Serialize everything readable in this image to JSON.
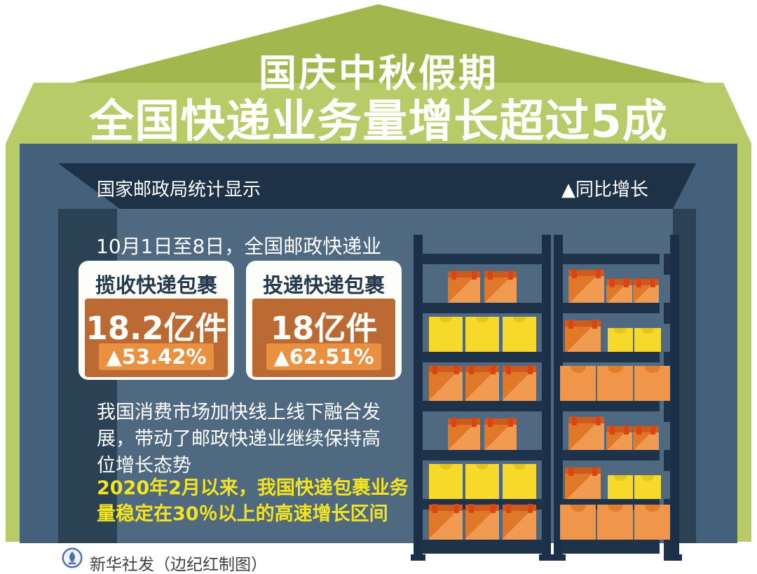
{
  "title": {
    "line1": "国庆中秋假期",
    "line2": "全国快递业务量增长超过5成"
  },
  "header_strip": {
    "left_text": "国家邮政局统计显示",
    "right_text": "▲同比增长"
  },
  "intro_text": "10月1日至8日，全国邮政快递业",
  "stat_cards": [
    {
      "label": "揽收快递包裹",
      "value": "18.2亿件",
      "growth": "▲53.42%"
    },
    {
      "label": "投递快递包裹",
      "value": "18亿件",
      "growth": "▲62.51%"
    }
  ],
  "body_text": "我国消费市场加快线上线下融合发展，带动了邮政快递业继续保持高位增长态势",
  "highlight_text": "2020年2月以来，我国快递包裹业务量稳定在30％以上的高速增长区间",
  "footer": {
    "credit": "新华社发（边纪红制图）",
    "logo": "xinhua-news-agency-emblem"
  },
  "colors": {
    "roof_dark_green": "#a2b84e",
    "roof_light_green": "#b7cc68",
    "body_slate": "#45607a",
    "interior_slate": "#4f6980",
    "wall_navy": "#2b4154",
    "header_band_navy": "#1d3246",
    "card_orange_dark": "#bc6a33",
    "card_orange_light": "#e99140",
    "box_orange": "#e0782a",
    "box_orange_light": "#f19a52",
    "box_yellow": "#f6d92b",
    "box_plain_orange": "#f0964a",
    "tape_red": "#d05a1e",
    "shelf_navy": "#1b3048",
    "highlight_yellow": "#f2e324"
  },
  "shelves": {
    "left_rows": [
      "taped-pair",
      "yellow-triple",
      "taped-triple",
      "taped-pair",
      "yellow-triple",
      "taped-triple"
    ],
    "right_rows": [
      "large-small-taped",
      "taped-plus-yellow",
      "plain-triple",
      "large-small-taped",
      "taped-plus-yellow",
      "plain-triple"
    ]
  }
}
